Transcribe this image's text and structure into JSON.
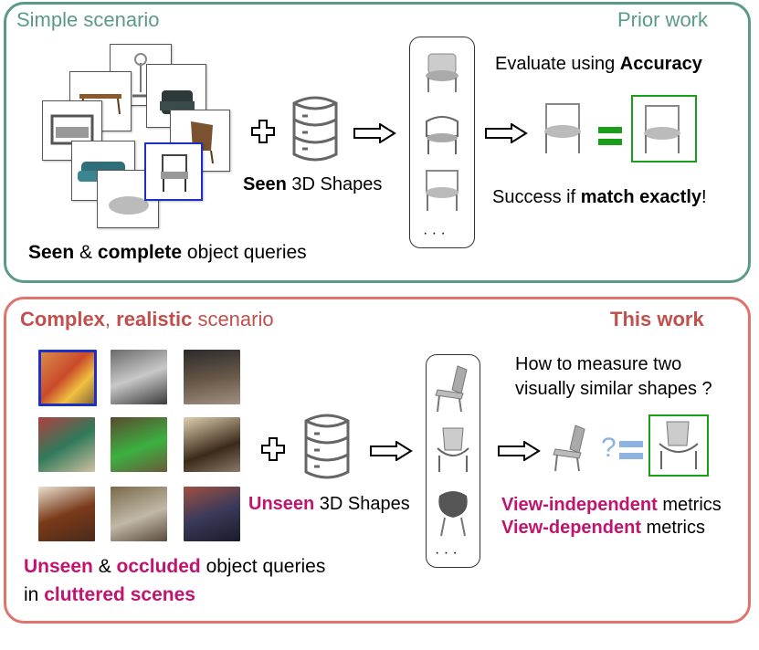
{
  "top": {
    "title": "Simple scenario",
    "tag": "Prior work",
    "seen_word": "Seen",
    "shapes_suffix": " 3D Shapes",
    "query_seen": "Seen",
    "query_amp": " & ",
    "query_complete": "complete",
    "query_tail": " object queries",
    "evaluate_prefix": "Evaluate using ",
    "evaluate_metric": "Accuracy",
    "success_prefix": "Success if ",
    "success_bold": "match exactly",
    "success_suffix": "!",
    "ellipsis": "· · ·"
  },
  "bottom": {
    "title_complex": "Complex",
    "title_comma": ", ",
    "title_realistic": "realistic",
    "title_tail": " scenario",
    "tag": "This work",
    "unseen_word": "Unseen",
    "shapes_suffix": " 3D Shapes",
    "question_line1": "How to measure two",
    "question_line2": "visually similar shapes ?",
    "metric1_bold": "View-independent",
    "metric1_tail": " metrics",
    "metric2_bold": "View-dependent",
    "metric2_tail": " metrics",
    "query_unseen": "Unseen",
    "query_amp": " & ",
    "query_occluded": "occluded",
    "query_tail": " object queries",
    "query_in": "in ",
    "query_cluttered": "cluttered scenes",
    "question_mark": "?",
    "ellipsis": "· · ·"
  },
  "colors": {
    "top_border": "#5b9a8b",
    "bottom_border": "#e0736b",
    "equals_top": "#1a9e1a",
    "equals_bottom": "#8fb3e0",
    "match_box": "#1a9e1a",
    "highlight_query": "#1f2fbf",
    "accent_magenta": "#c0146e"
  },
  "icons": [
    "plus-icon",
    "database-icon",
    "arrow-right-icon",
    "equals-icon",
    "question-icon",
    "chair-icon"
  ]
}
